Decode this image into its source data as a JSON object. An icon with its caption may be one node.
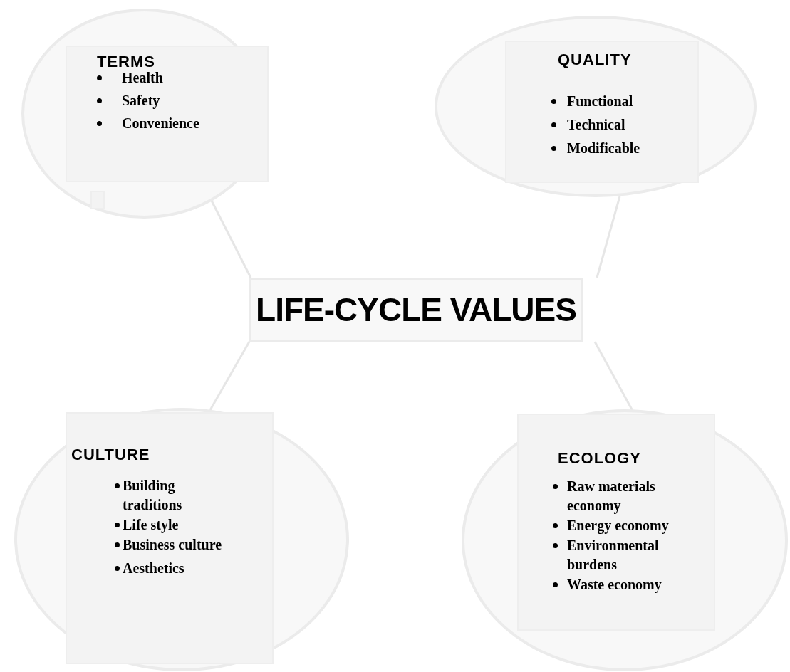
{
  "diagram": {
    "nodes": [
      {
        "text": [
          "TERMS",
          "Health",
          "Safety",
          "Convenience"
        ]
      },
      {
        "text": [
          "QUALITY",
          "Functional",
          "Technical",
          "Modificable"
        ]
      },
      {
        "text": [
          "LIFE-CYCLE VALUES"
        ]
      },
      {
        "text": [
          "CULTURE",
          "Building traditions",
          "Life style",
          "Business culture",
          "Aesthetics"
        ]
      },
      {
        "text": [
          "ECOLOGY",
          "Raw materials economy",
          "Energy economy",
          "Environmental burdens",
          "Waste economy"
        ]
      }
    ],
    "edges": [
      {
        "from": 2,
        "to": 0,
        "arrow": "none"
      },
      {
        "from": 2,
        "to": 1,
        "arrow": "none"
      },
      {
        "from": 2,
        "to": 3,
        "arrow": "none"
      },
      {
        "from": 2,
        "to": 4,
        "arrow": "none"
      }
    ]
  }
}
